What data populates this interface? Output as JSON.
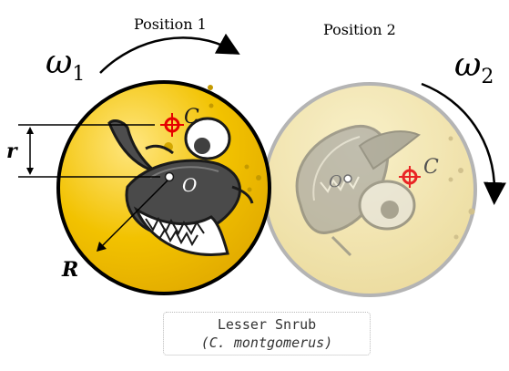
{
  "labels": {
    "position1": "Position 1",
    "position2": "Position 2",
    "omega1_symbol": "ω",
    "omega1_subscript": "1",
    "omega2_symbol": "ω",
    "omega2_subscript": "2",
    "radius_small": "r",
    "radius_large": "R",
    "center_point": "O",
    "centroid_point": "C"
  },
  "caption": {
    "common_name": "Lesser Snrub",
    "scientific_name": "(C. montgomerus)"
  },
  "colors": {
    "disc1_fill": "#f2c200",
    "disc1_highlight": "#ffe066",
    "disc2_fill": "#efdd96",
    "disc2_rim": "#a8a8a8",
    "disc1_rim": "#000000",
    "target_marker": "#e60000",
    "creature_dark": "#404040",
    "creature_light": "#a0a0a0"
  },
  "icons": {
    "rotation_arrow_1": "clockwise-arc-arrow",
    "rotation_arrow_2": "clockwise-arc-arrow",
    "centroid_marker": "crosshair-target-icon"
  }
}
